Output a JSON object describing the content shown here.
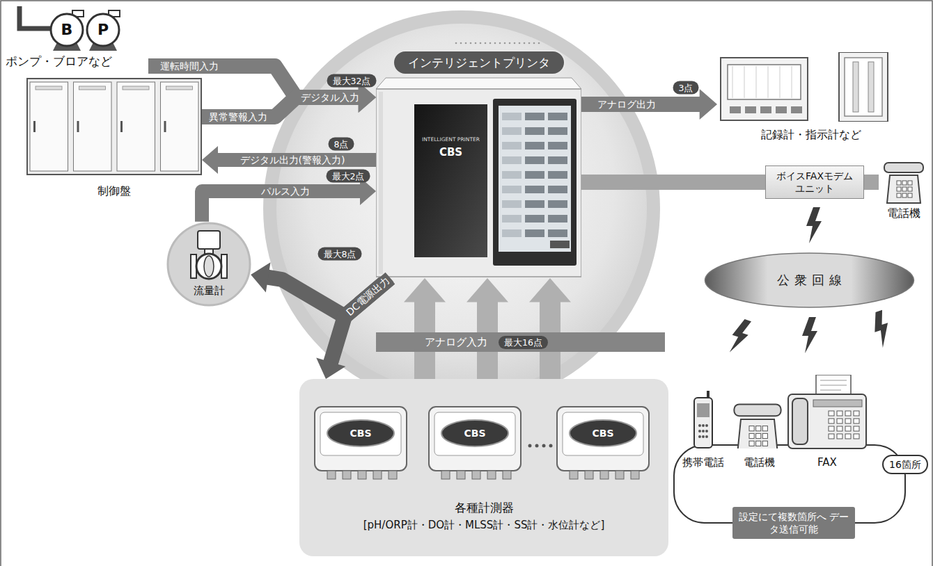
{
  "diagram": {
    "nodes": [
      {
        "text": [
          "インテリジェントプリンタ"
        ]
      },
      {
        "text": [
          "ポンプ・ブロアなど"
        ]
      },
      {
        "text": [
          "制御盤"
        ]
      },
      {
        "text": [
          "流量計"
        ]
      },
      {
        "text": [
          "各種計測器",
          "[pH/ORP計・DO計・MLSS計・SS計・水位計など]"
        ]
      },
      {
        "text": [
          "記録計・指示計など"
        ]
      },
      {
        "text": [
          "ボイスFAXモデム ユニット"
        ]
      },
      {
        "text": [
          "電話機"
        ]
      },
      {
        "text": [
          "公衆回線"
        ]
      },
      {
        "text": [
          "携帯電話"
        ]
      },
      {
        "text": [
          "電話機"
        ]
      },
      {
        "text": [
          "FAX"
        ]
      },
      {
        "text": [
          "16箇所"
        ]
      },
      {
        "text": [
          "設定にて複数箇所へ データ送信可能"
        ]
      }
    ],
    "edges": [
      {
        "from": 1,
        "to": 0,
        "label": "運転時間入力",
        "arrow": "to"
      },
      {
        "from": 2,
        "to": 0,
        "label": "異常警報入力",
        "arrow": "to"
      },
      {
        "from": 0,
        "to": 2,
        "label": "デジタル出力(警報入力)",
        "arrow": "to"
      },
      {
        "from": 3,
        "to": 0,
        "label": "パルス入力",
        "arrow": "to"
      },
      {
        "from": 0,
        "to": 3,
        "label": "DC電源出力",
        "arrow": "to"
      },
      {
        "from": 0,
        "to": 4,
        "arrow": "to"
      },
      {
        "from": 4,
        "to": 0,
        "label": "アナログ入力",
        "arrow": "to"
      },
      {
        "from": 4,
        "to": 0,
        "arrow": "to"
      },
      {
        "from": 4,
        "to": 0,
        "arrow": "to"
      },
      {
        "from": 0,
        "to": 5,
        "label": "アナログ出力",
        "arrow": "to"
      },
      {
        "from": 0,
        "to": 6,
        "arrow": "none"
      },
      {
        "from": 6,
        "to": 7,
        "arrow": "none"
      }
    ],
    "labels": [
      "B",
      "P",
      "デジタル入力",
      "最大32点",
      "8点",
      "最大2点",
      "最大8点",
      "最大16点",
      "3点",
      "INTELLIGENT PRINTER",
      "CBS",
      "CBS",
      "CBS",
      "CBS"
    ]
  }
}
